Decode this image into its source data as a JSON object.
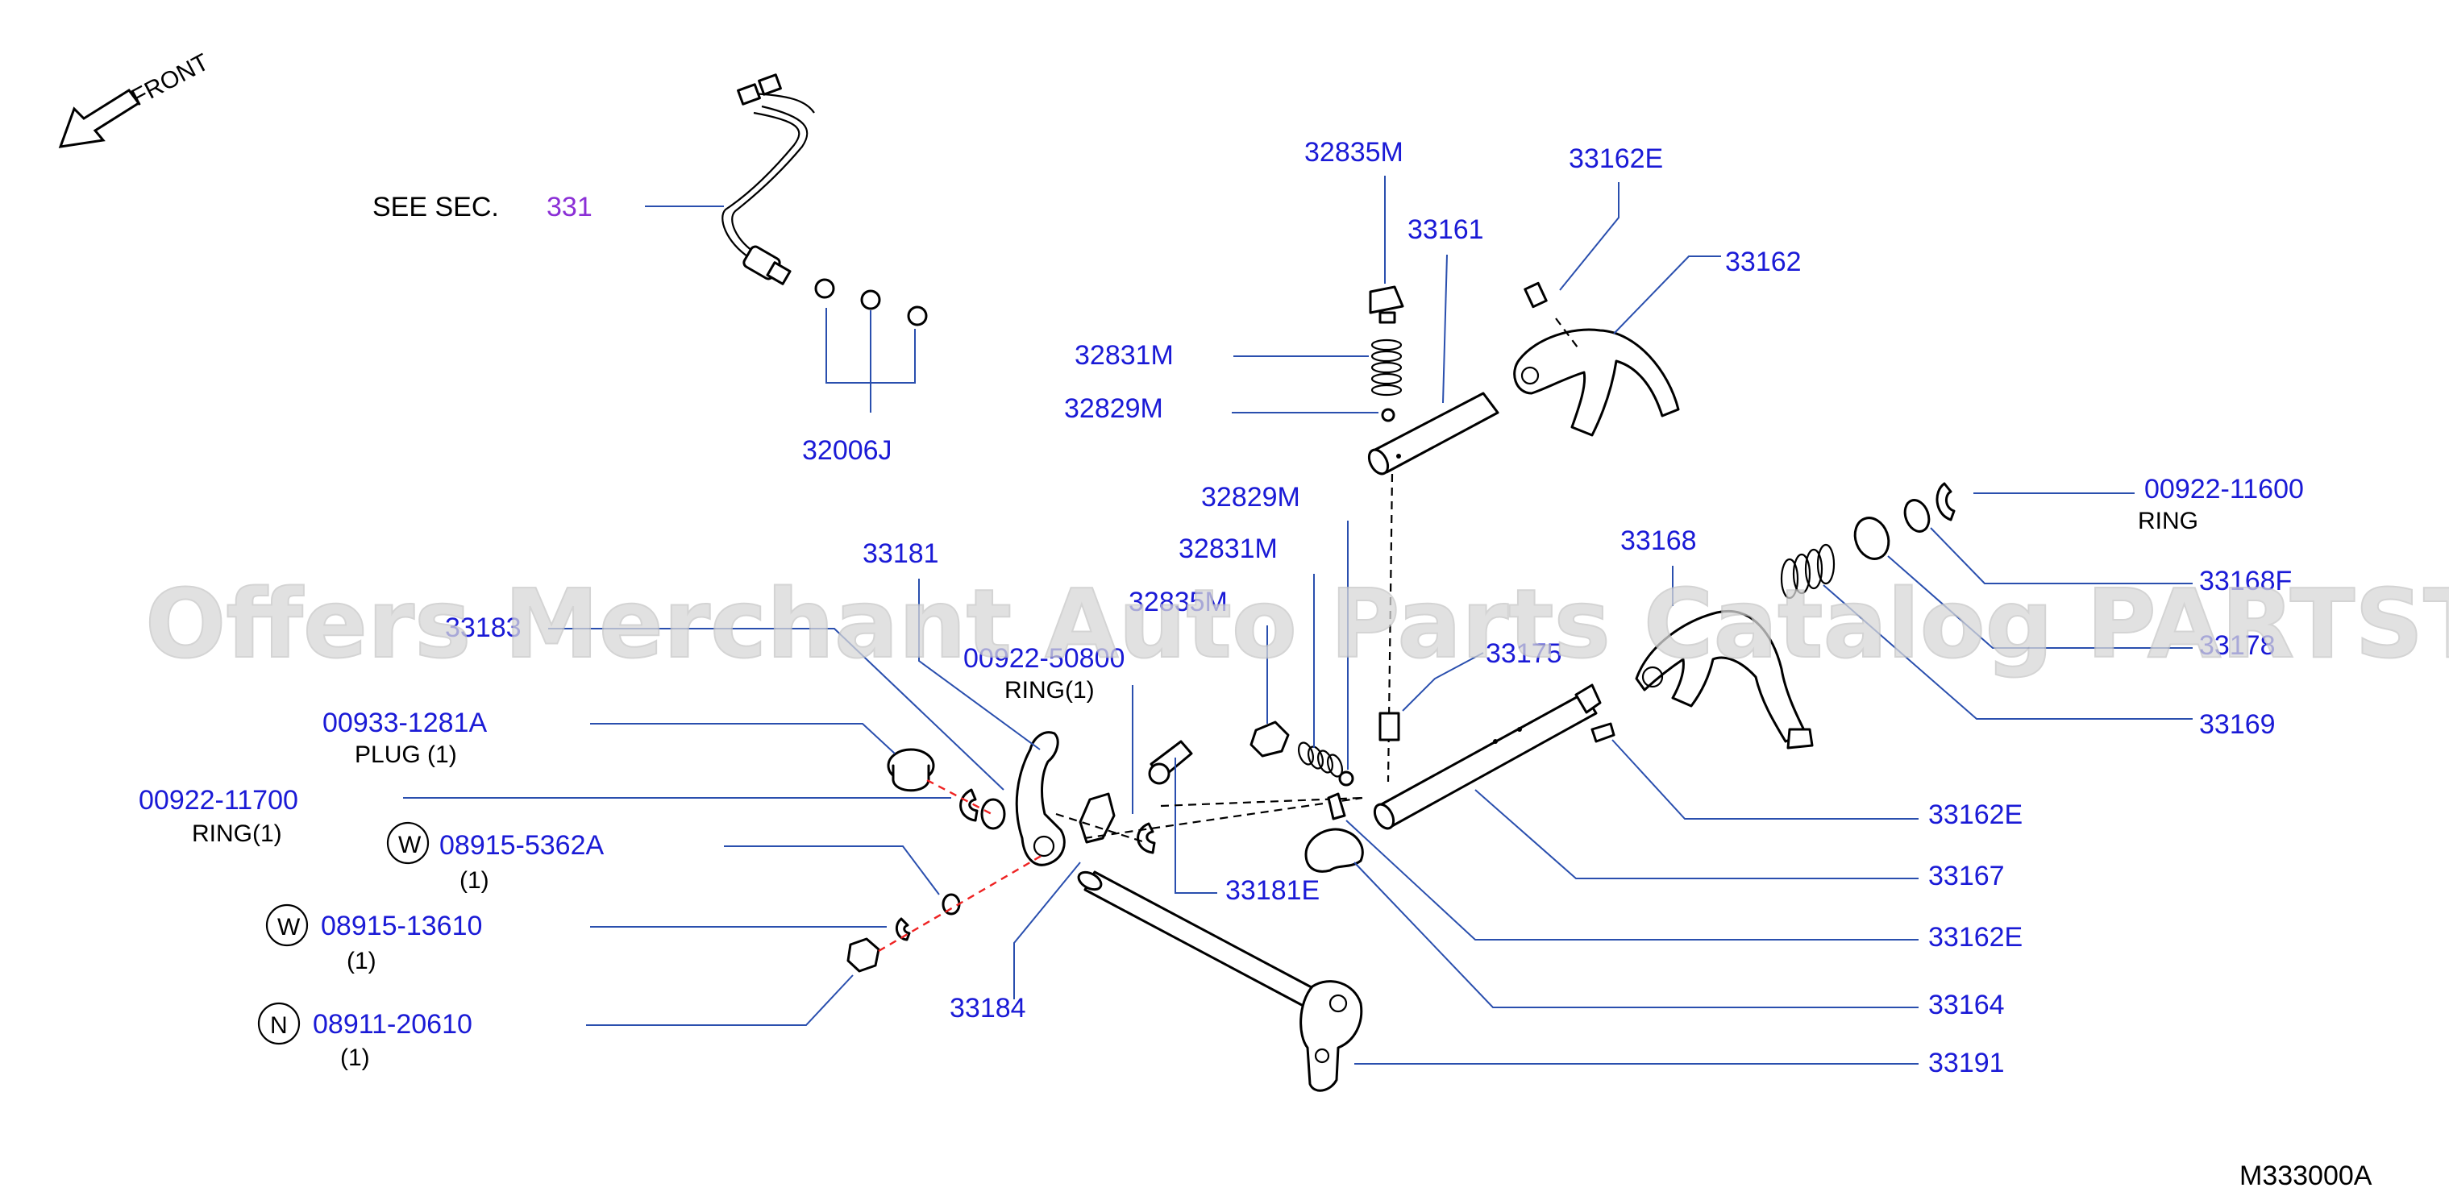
{
  "front_label": "FRONT",
  "see_section": {
    "prefix": "SEE   SEC.",
    "number": "331"
  },
  "watermark": "Offers Merchant Auto Parts Catalog PARTSTORE.SA",
  "diagram_code": "M333000A",
  "callouts": {
    "p32006J": "32006J",
    "p32835M_top": "32835M",
    "p33161": "33161",
    "p32831M_top": "32831M",
    "p32829M_top": "32829M",
    "p33162E_top": "33162E",
    "p33162": "33162",
    "p00922_11600": "00922-11600",
    "ring_11600": "RING",
    "p33168F": "33168F",
    "p33178": "33178",
    "p33168": "33168",
    "p33169": "33169",
    "p33175": "33175",
    "p32829M_mid": "32829M",
    "p32831M_mid": "32831M",
    "p32835M_mid": "32835M",
    "p33181": "33181",
    "p33183": "33183",
    "p00922_50800": "00922-50800",
    "ring_50800": "RING(1)",
    "p00933_1281A": "00933-1281A",
    "plug_1281A": "PLUG  (1)",
    "p00922_11700": "00922-11700",
    "ring_11700": "RING(1)",
    "w_symbol_1": "W",
    "p08915_5362A": "08915-5362A",
    "qty_5362A": "(1)",
    "w_symbol_2": "W",
    "p08915_13610": "08915-13610",
    "qty_13610": "(1)",
    "n_symbol": "N",
    "p08911_20610": "08911-20610",
    "qty_20610": "(1)",
    "p33184": "33184",
    "p33181E": "33181E",
    "p33162E_r1": "33162E",
    "p33167": "33167",
    "p33162E_r2": "33162E",
    "p33164": "33164",
    "p33191": "33191"
  },
  "colors": {
    "label_blue": "#1a1ad6",
    "leader_blue": "#2a4fae",
    "section_purple": "#8b2fd6",
    "dash_red": "#e22222",
    "watermark_gray": "#d8d8d8"
  }
}
